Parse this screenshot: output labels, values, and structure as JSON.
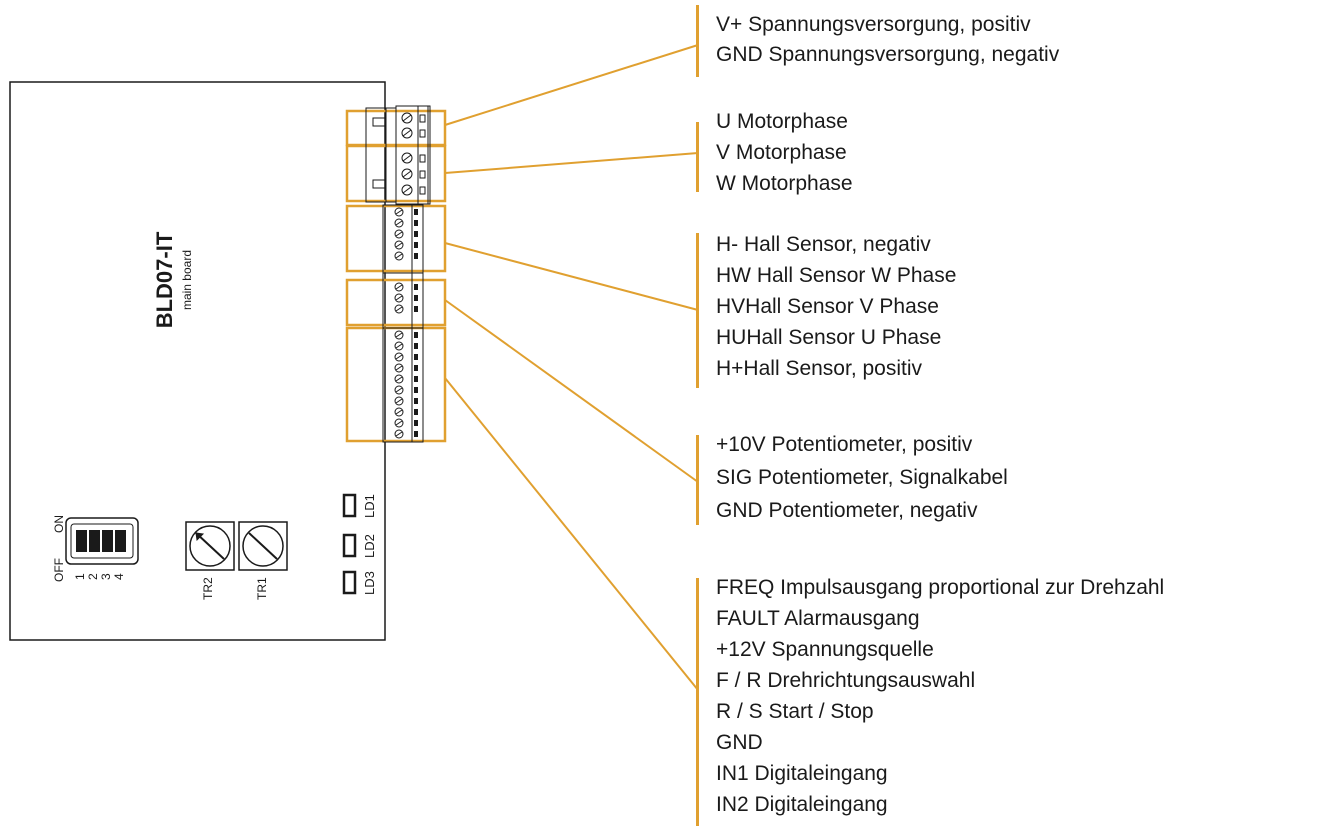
{
  "board": {
    "title": "BLD07-IT",
    "subtitle": "main board"
  },
  "dip_switch": {
    "on_label": "ON",
    "off_label": "OFF",
    "numbers": [
      "1",
      "2",
      "3",
      "4"
    ]
  },
  "trimmers": [
    "TR2",
    "TR1"
  ],
  "leds": [
    "LD1",
    "LD2",
    "LD3"
  ],
  "colors": {
    "accent": "#e0a030",
    "outline": "#1a1a1a",
    "background": "#ffffff"
  },
  "groups": [
    {
      "id": "power",
      "labels": [
        "V+ Spannungsversorgung, positiv",
        "GND Spannungsversorgung, negativ"
      ]
    },
    {
      "id": "motor",
      "labels": [
        "U Motorphase",
        "V Motorphase",
        "W Motorphase"
      ]
    },
    {
      "id": "hall",
      "labels": [
        "H- Hall Sensor, negativ",
        "HW Hall Sensor W Phase",
        "HVHall Sensor V Phase",
        "HUHall Sensor U Phase",
        "H+Hall Sensor, positiv"
      ]
    },
    {
      "id": "poti",
      "labels": [
        "+10V Potentiometer, positiv",
        "SIG Potentiometer, Signalkabel",
        "GND Potentiometer, negativ"
      ]
    },
    {
      "id": "control",
      "labels": [
        "FREQ Impulsausgang proportional zur Drehzahl",
        "FAULT Alarmausgang",
        "+12V Spannungsquelle",
        "F / R Drehrichtungsauswahl",
        "R / S Start / Stop",
        "GND",
        "IN1 Digitaleingang",
        "IN2 Digitaleingang"
      ]
    }
  ]
}
